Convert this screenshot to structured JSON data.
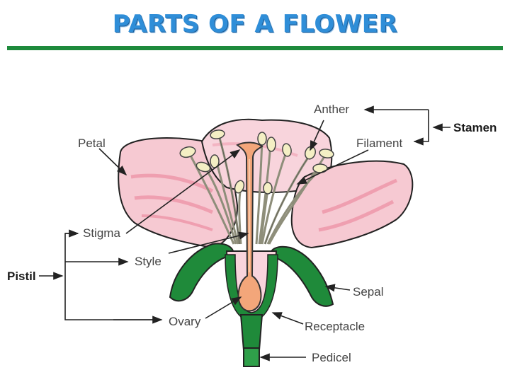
{
  "title": "PARTS OF A FLOWER",
  "colors": {
    "title": "#2f8ed8",
    "rule": "#1e8a3c",
    "petal": "#f6c9d2",
    "petal_shade": "#ef9fb0",
    "sepal": "#1f8a3a",
    "pistil": "#f3a67a",
    "anther": "#f4efc4",
    "filament": "#8e8e7a"
  },
  "labels": {
    "anther": "Anther",
    "stamen": "Stamen",
    "petal": "Petal",
    "filament": "Filament",
    "stigma": "Stigma",
    "style": "Style",
    "pistil": "Pistil",
    "sepal": "Sepal",
    "ovary": "Ovary",
    "receptacle": "Receptacle",
    "pedicel": "Pedicel"
  }
}
